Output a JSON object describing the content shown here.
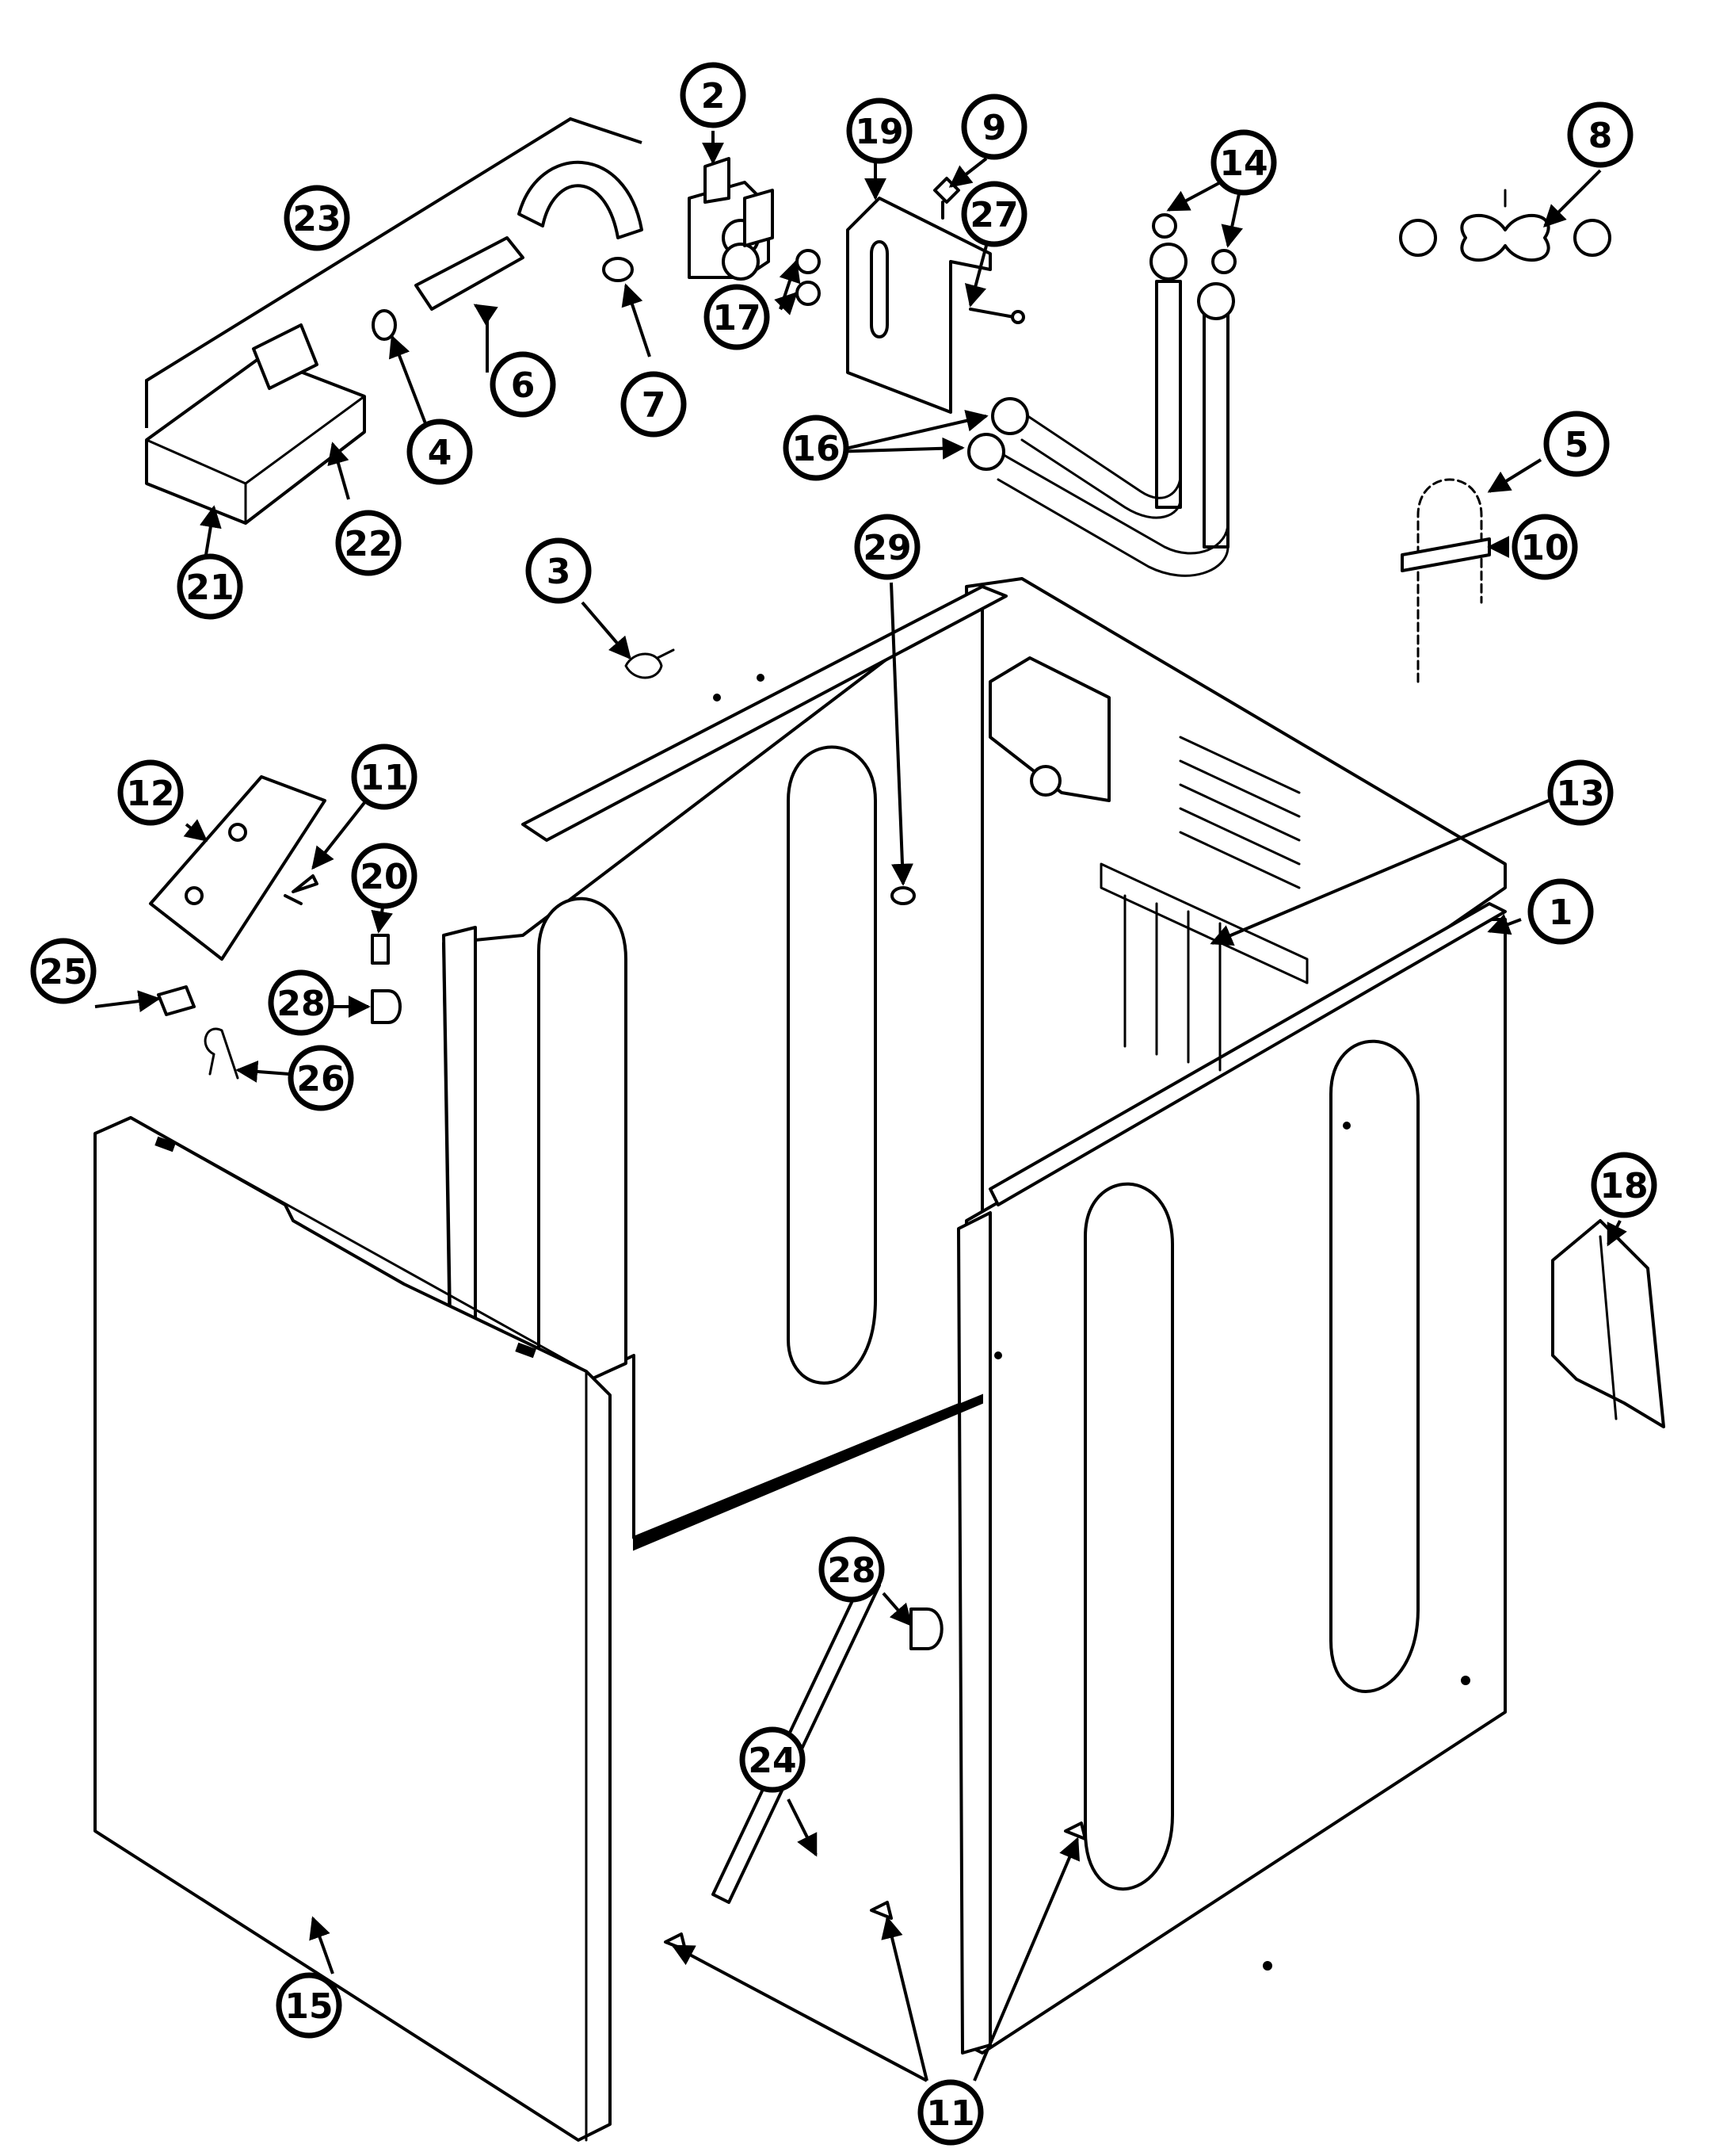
{
  "callouts": [
    {
      "label": "1"
    },
    {
      "label": "2"
    },
    {
      "label": "3"
    },
    {
      "label": "4"
    },
    {
      "label": "5"
    },
    {
      "label": "6"
    },
    {
      "label": "7"
    },
    {
      "label": "8"
    },
    {
      "label": "9"
    },
    {
      "label": "10"
    },
    {
      "label": "11"
    },
    {
      "label": "11"
    },
    {
      "label": "12"
    },
    {
      "label": "13"
    },
    {
      "label": "14"
    },
    {
      "label": "15"
    },
    {
      "label": "16"
    },
    {
      "label": "17"
    },
    {
      "label": "18"
    },
    {
      "label": "19"
    },
    {
      "label": "20"
    },
    {
      "label": "21"
    },
    {
      "label": "22"
    },
    {
      "label": "23"
    },
    {
      "label": "24"
    },
    {
      "label": "25"
    },
    {
      "label": "26"
    },
    {
      "label": "27"
    },
    {
      "label": "28"
    },
    {
      "label": "28"
    },
    {
      "label": "29"
    }
  ],
  "colors": {
    "ink": "#000000",
    "paper": "#ffffff"
  }
}
